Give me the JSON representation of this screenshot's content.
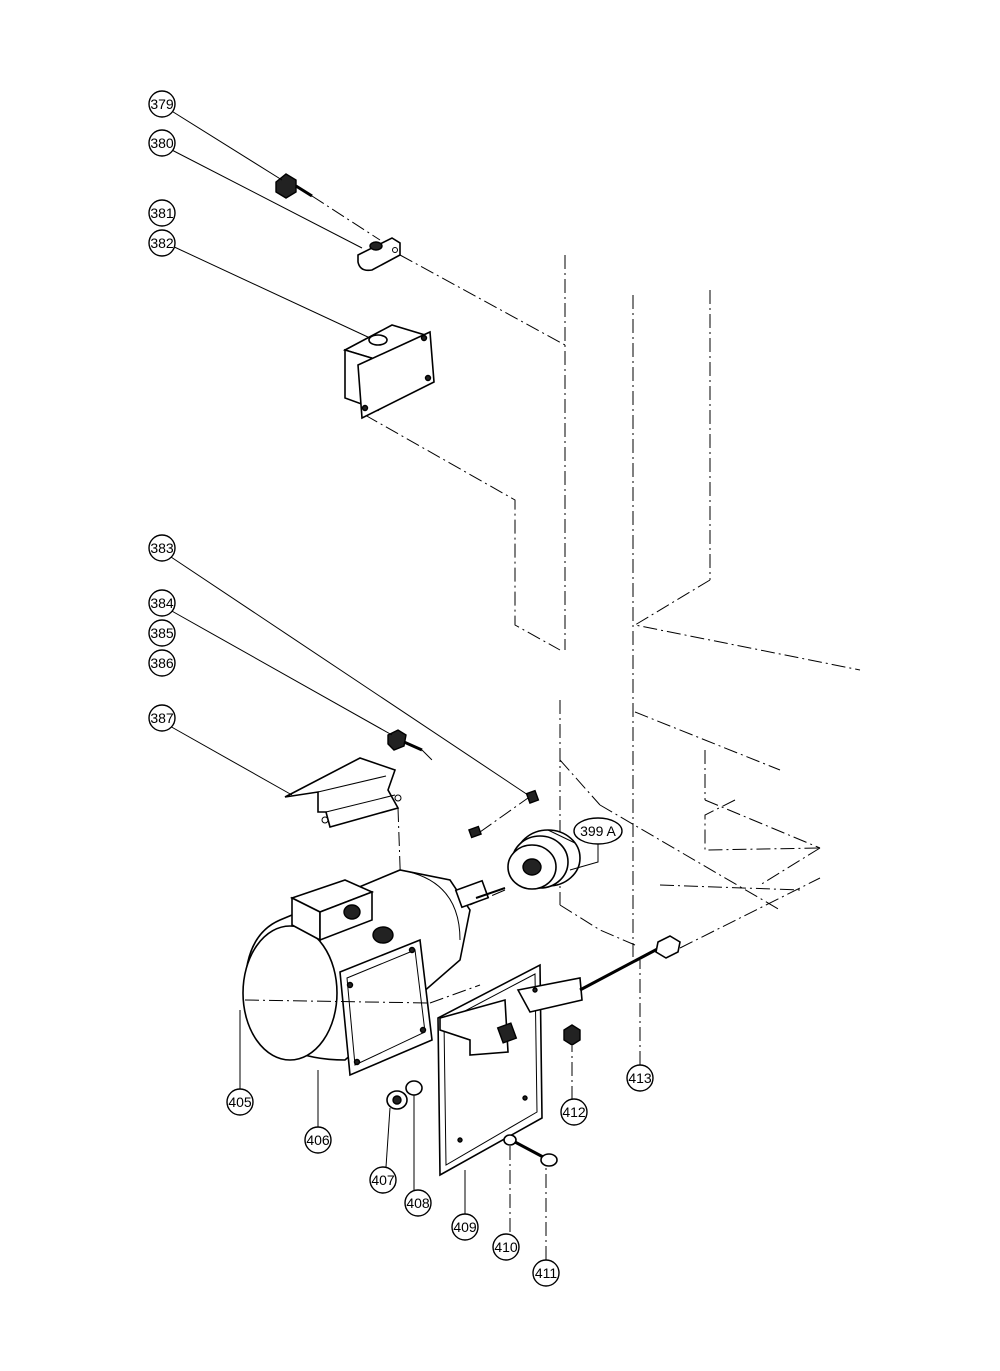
{
  "labels": {
    "p379": "379",
    "p380": "380",
    "p381": "381",
    "p382": "382",
    "p383": "383",
    "p384": "384",
    "p385": "385",
    "p386": "386",
    "p387": "387",
    "p399a": "399 A",
    "p405": "405",
    "p406": "406",
    "p407": "407",
    "p408": "408",
    "p409": "409",
    "p410": "410",
    "p411": "411",
    "p412": "412",
    "p413": "413"
  }
}
